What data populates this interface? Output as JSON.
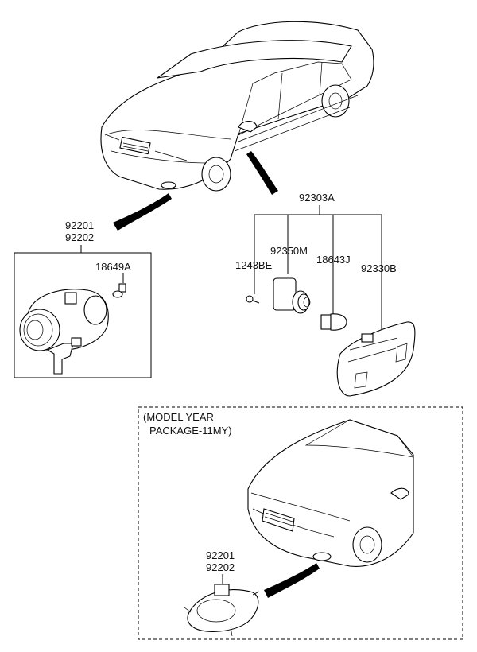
{
  "callouts": {
    "assembly_main": "92303A",
    "socket": "92350M",
    "bulb": "18643J",
    "screw": "1243BE",
    "side_lamp": "92330B",
    "fog_lamp_lh": "92201",
    "fog_lamp_rh": "92202",
    "fog_bulb": "18649A",
    "inset_fog_lamp_lh": "92201",
    "inset_fog_lamp_rh": "92202"
  },
  "inset": {
    "note_line1": "(MODEL YEAR",
    "note_line2": "PACKAGE-11MY)"
  }
}
